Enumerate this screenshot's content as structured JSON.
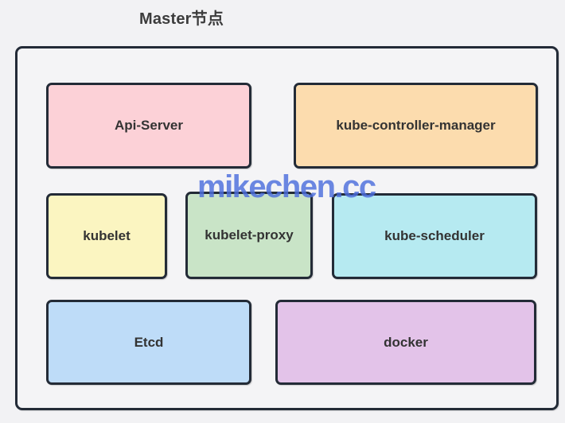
{
  "page": {
    "background_color": "#f2f2f4"
  },
  "diagram": {
    "title": {
      "text": "Master节点",
      "color": "#3c3c3c"
    },
    "watermark": {
      "text": "mikechen.cc",
      "color": "#4c6edd"
    },
    "container": {
      "name": "master-node-group",
      "border_color": "#232b37",
      "fill": "#f4f4f6"
    },
    "nodes": [
      {
        "id": "api-server",
        "label": "Api-Server",
        "fill": "#fcd1d7"
      },
      {
        "id": "kube-controller-manager",
        "label": "kube-controller-manager",
        "fill": "#fcdcae"
      },
      {
        "id": "kubelet",
        "label": "kubelet",
        "fill": "#fbf5c1"
      },
      {
        "id": "kubelet-proxy",
        "label": "kubelet-proxy",
        "fill": "#c9e4c7"
      },
      {
        "id": "kube-scheduler",
        "label": "kube-scheduler",
        "fill": "#b6eaf1"
      },
      {
        "id": "etcd",
        "label": "Etcd",
        "fill": "#bedcf8"
      },
      {
        "id": "docker",
        "label": "docker",
        "fill": "#e3c3e9"
      }
    ]
  }
}
